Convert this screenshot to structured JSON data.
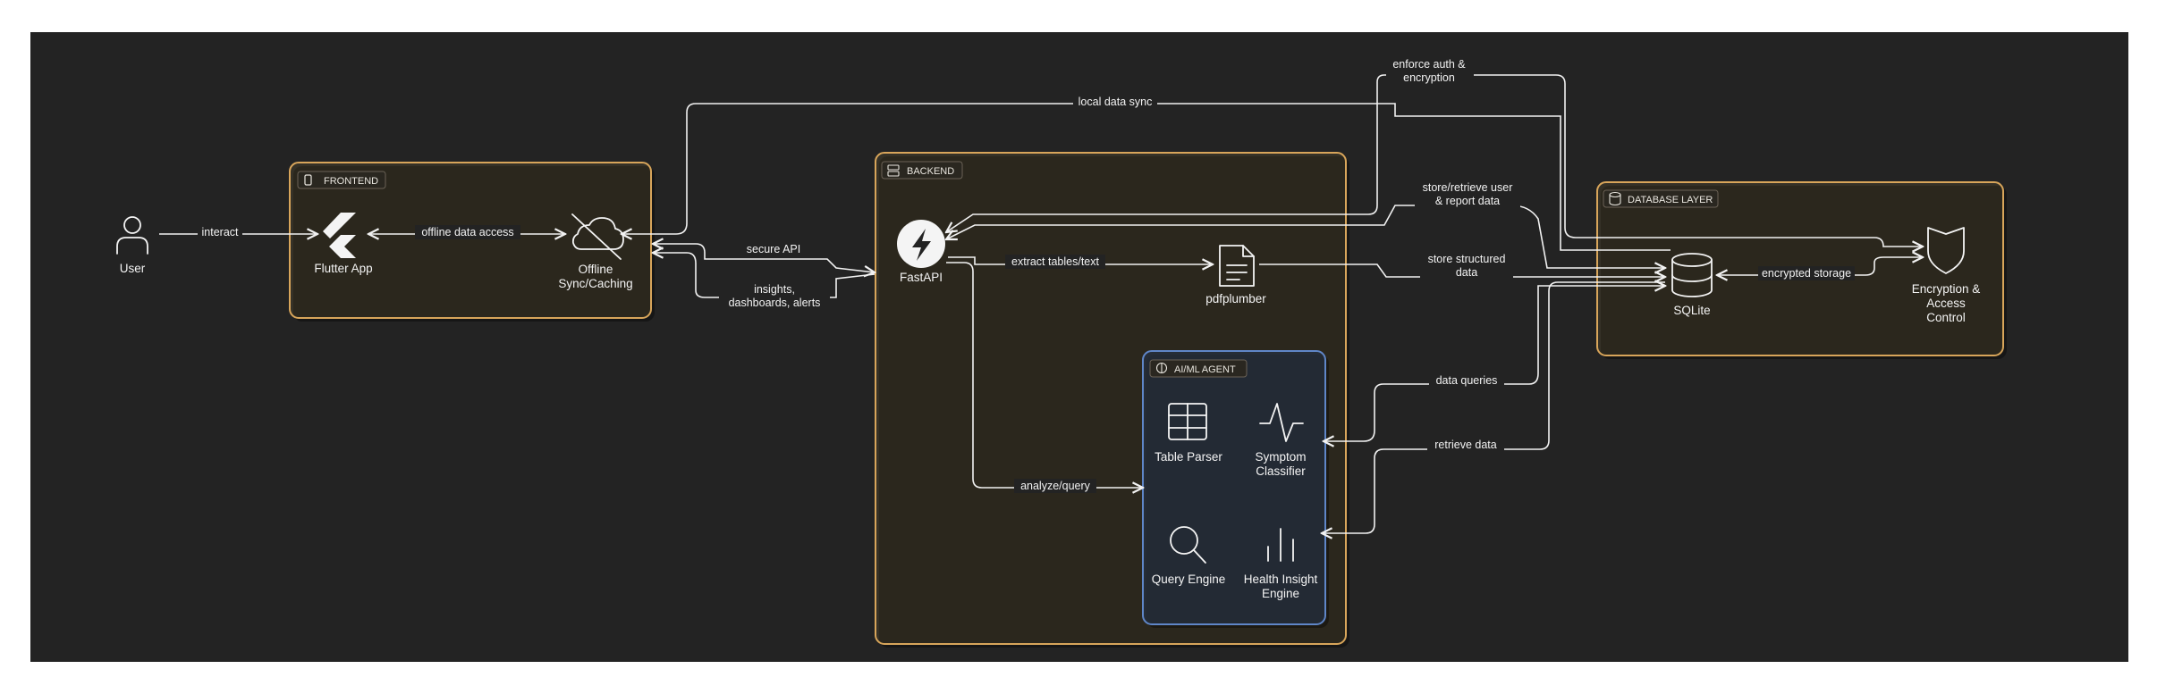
{
  "groups": {
    "frontend": "FRONTEND",
    "backend": "BACKEND",
    "agent": "AI/ML AGENT",
    "database": "DATABASE LAYER"
  },
  "nodes": {
    "user": "User",
    "flutter": "Flutter App",
    "offline": [
      "Offline",
      "Sync/Caching"
    ],
    "fastapi": "FastAPI",
    "pdfplumber": "pdfplumber",
    "table_parser": "Table Parser",
    "symptom": [
      "Symptom",
      "Classifier"
    ],
    "query_engine": "Query Engine",
    "health_insight": [
      "Health Insight",
      "Engine"
    ],
    "sqlite": "SQLite",
    "encryption": [
      "Encryption &",
      "Access",
      "Control"
    ]
  },
  "edges": {
    "interact": "interact",
    "offline_access": "offline data access",
    "local_sync": "local data sync",
    "secure_api": "secure API",
    "insights": [
      "insights,",
      "dashboards, alerts"
    ],
    "extract": "extract tables/text",
    "analyze": "analyze/query",
    "enforce_auth": [
      "enforce auth &",
      "encryption"
    ],
    "store_retrieve": [
      "store/retrieve user",
      "& report data"
    ],
    "store_structured": [
      "store structured",
      "data"
    ],
    "data_queries": "data queries",
    "retrieve_data": "retrieve data",
    "encrypted_storage": "encrypted storage"
  }
}
